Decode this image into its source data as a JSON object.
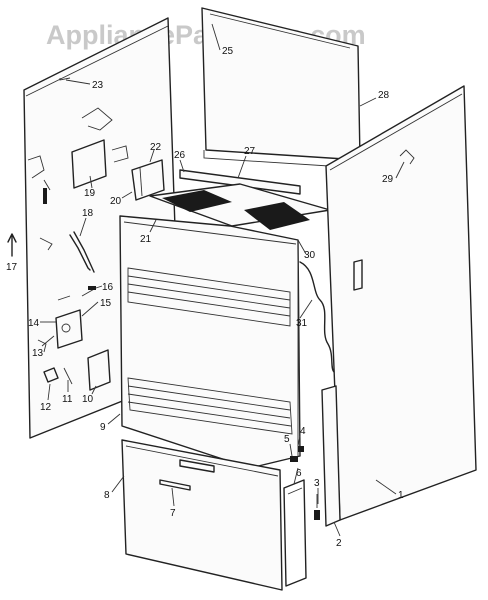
{
  "watermark": "AppliancePartsPros.com",
  "labels": {
    "l1": "1",
    "l2": "2",
    "l3": "3",
    "l4": "4",
    "l5": "5",
    "l6": "6",
    "l7": "7",
    "l8": "8",
    "l9": "9",
    "l10": "10",
    "l11": "11",
    "l12": "12",
    "l13": "13",
    "l14": "14",
    "l15": "15",
    "l16": "16",
    "l17": "17",
    "l18": "18",
    "l19": "19",
    "l20": "20",
    "l21": "21",
    "l22": "22",
    "l23": "23",
    "l25": "25",
    "l26": "26",
    "l27": "27",
    "l28": "28",
    "l29": "29",
    "l30": "30",
    "l31": "31"
  }
}
